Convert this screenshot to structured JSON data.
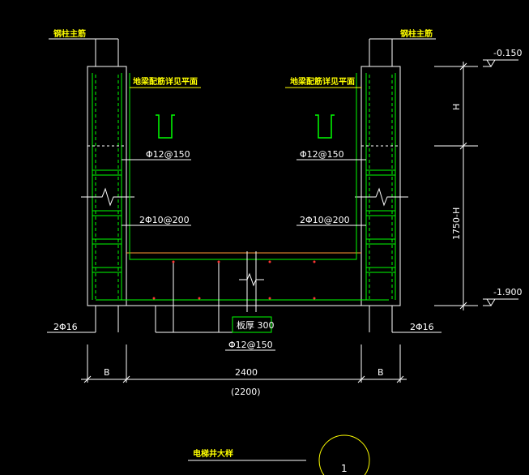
{
  "labels": {
    "top_left": "钢柱主筋",
    "top_right": "钢柱主筋",
    "ref_left": "地梁配筋详见平面",
    "ref_right": "地梁配筋详见平面",
    "stirrup_left": "Φ12@150",
    "stirrup_right": "Φ12@150",
    "bars_left": "2Φ10@200",
    "bars_right": "2Φ10@200",
    "corner_left": "2Φ16",
    "corner_right": "2Φ16",
    "slab_thickness": "板厚 300",
    "slab_rebar": "Φ12@150",
    "dim_b_left": "B",
    "dim_mid": "2400",
    "dim_b_right": "B",
    "dim_sub": "(2200)",
    "elev_top": "-0.150",
    "elev_bottom": "-1.900",
    "dim_h": "H",
    "dim_depth": "1750-H",
    "caption": "电梯井大样",
    "section_no": "1"
  },
  "colors": {
    "background": "#000000",
    "wall": "#ffffff",
    "rebar": "#00ff00",
    "slab_line": "#ff9933",
    "text_yellow": "#ffff00",
    "text_white": "#ffffff",
    "marker_red": "#ff3333"
  }
}
